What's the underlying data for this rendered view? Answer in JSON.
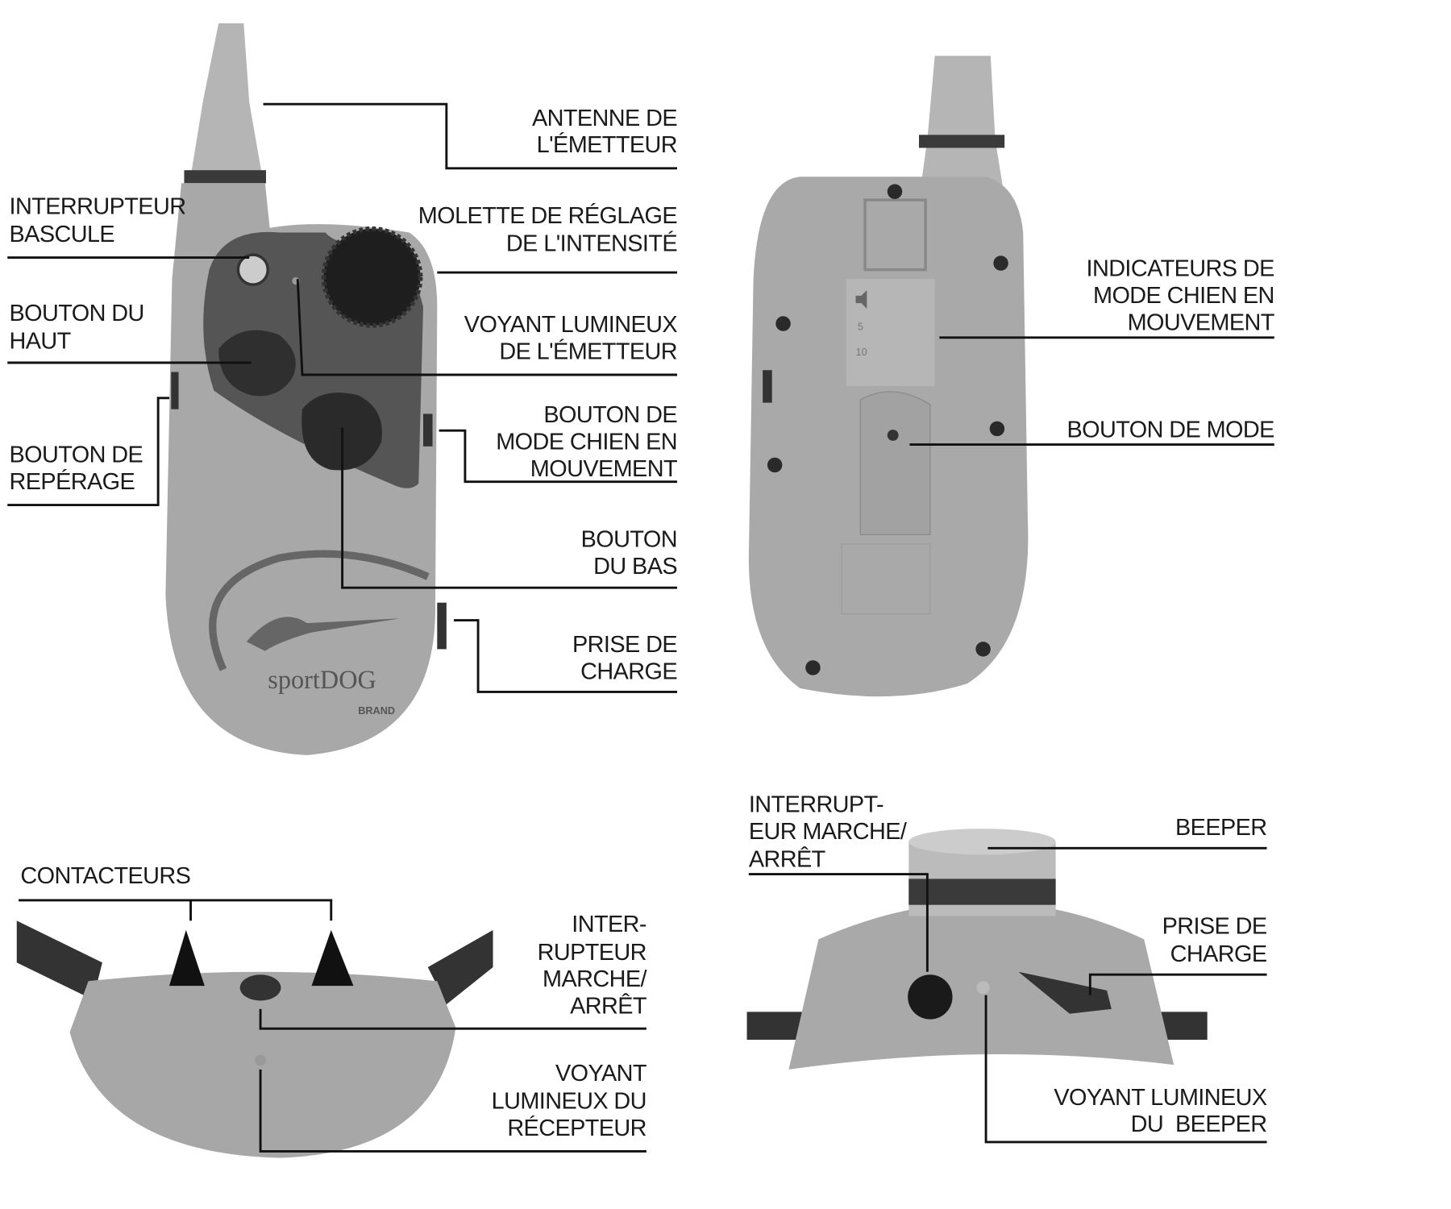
{
  "labels": {
    "antenna": {
      "lines": [
        "ANTENNE DE",
        "L'ÉMETTEUR"
      ]
    },
    "toggle": {
      "lines": [
        "INTERRUPTEUR",
        "BASCULE"
      ]
    },
    "dial": {
      "lines": [
        "MOLETTE DE RÉGLAGE",
        "DE L'INTENSITÉ"
      ]
    },
    "top_button": {
      "lines": [
        "BOUTON DU",
        "HAUT"
      ]
    },
    "tx_led": {
      "lines": [
        "VOYANT LUMINEUX",
        "DE L'ÉMETTEUR"
      ]
    },
    "locate_button": {
      "lines": [
        "BOUTON DE",
        "REPÉRAGE"
      ]
    },
    "run_mode_button": {
      "lines": [
        "BOUTON DE",
        "MODE CHIEN EN",
        "MOUVEMENT"
      ]
    },
    "bottom_button": {
      "lines": [
        "BOUTON",
        "DU BAS"
      ]
    },
    "tx_charge": {
      "lines": [
        "PRISE DE",
        "CHARGE"
      ]
    },
    "run_indicators": {
      "lines": [
        "INDICATEURS DE",
        "MODE CHIEN EN",
        "MOUVEMENT"
      ]
    },
    "mode_button": {
      "lines": [
        "BOUTON DE MODE"
      ]
    },
    "contacts": {
      "lines": [
        "CONTACTEURS"
      ]
    },
    "rx_switch": {
      "lines": [
        "INTER-",
        "RUPTEUR",
        "MARCHE/",
        "ARRÊT"
      ]
    },
    "rx_led": {
      "lines": [
        "VOYANT",
        "LUMINEUX DU",
        "RÉCEPTEUR"
      ]
    },
    "beeper_switch": {
      "lines": [
        "INTERRUPT-",
        "EUR MARCHE/",
        "ARRÊT"
      ]
    },
    "beeper": {
      "lines": [
        "BEEPER"
      ]
    },
    "beeper_charge": {
      "lines": [
        "PRISE DE",
        "CHARGE"
      ]
    },
    "beeper_led": {
      "lines": [
        "VOYANT LUMINEUX",
        "DU  BEEPER"
      ]
    }
  },
  "device": {
    "logo": "sportDOG",
    "logo_sub": "BRAND",
    "indicator_values": [
      "5",
      "10"
    ]
  },
  "colors": {
    "body": "#a9a9a9",
    "dark": "#4a4a4a",
    "line": "#111111"
  }
}
